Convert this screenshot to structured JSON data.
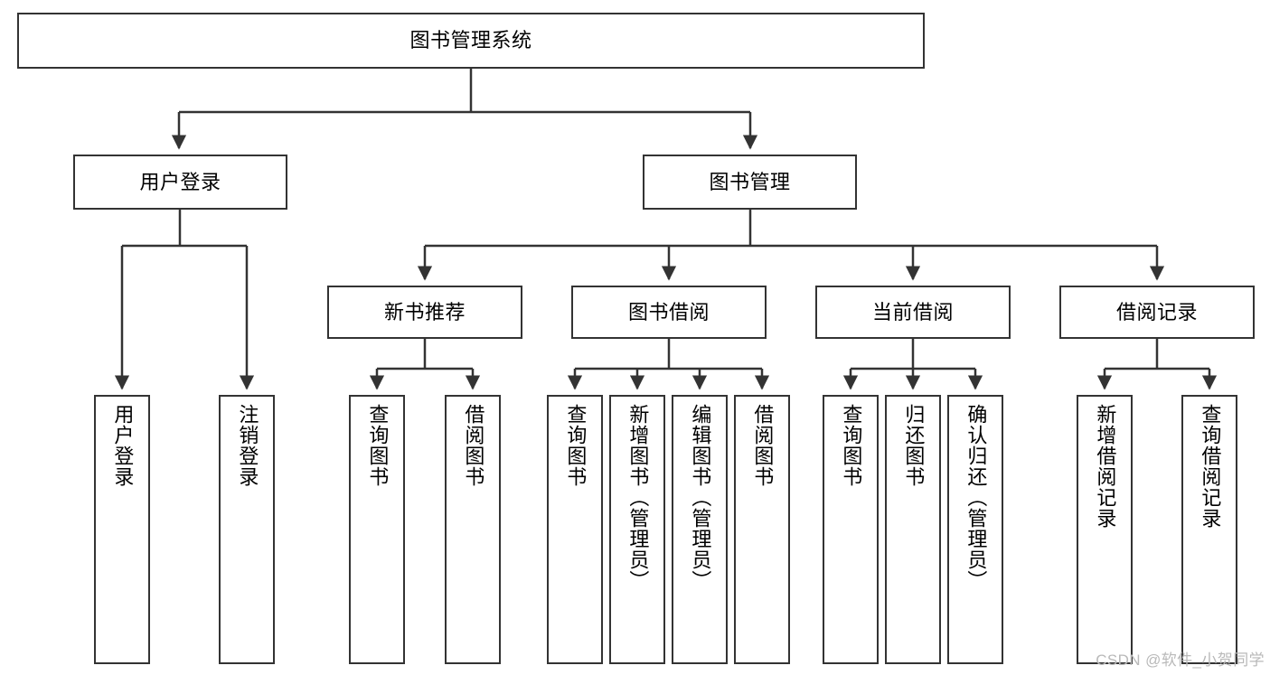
{
  "diagram": {
    "title": "图书管理系统",
    "type": "tree-hierarchy-chart",
    "root": {
      "label": "图书管理系统"
    },
    "level2": [
      {
        "label": "用户登录"
      },
      {
        "label": "图书管理"
      }
    ],
    "level3": [
      {
        "label": "新书推荐"
      },
      {
        "label": "图书借阅"
      },
      {
        "label": "当前借阅"
      },
      {
        "label": "借阅记录"
      }
    ],
    "leaves": {
      "user_login": [
        {
          "label": "用户登录"
        },
        {
          "label": "注销登录"
        }
      ],
      "new_book_recommend": [
        {
          "label": "查询图书"
        },
        {
          "label": "借阅图书"
        }
      ],
      "book_borrow": [
        {
          "label": "查询图书"
        },
        {
          "label": "新增图书（管理员）"
        },
        {
          "label": "编辑图书（管理员）"
        },
        {
          "label": "借阅图书"
        }
      ],
      "current_borrow": [
        {
          "label": "查询图书"
        },
        {
          "label": "归还图书"
        },
        {
          "label": "确认归还（管理员）"
        }
      ],
      "borrow_record": [
        {
          "label": "新增借阅记录"
        },
        {
          "label": "查询借阅记录"
        }
      ]
    }
  },
  "watermark": {
    "text": "CSDN @软件_小贺同学"
  },
  "colors": {
    "border": "#333333",
    "background": "#ffffff",
    "text": "#000000",
    "watermark": "#b9b9b9"
  }
}
